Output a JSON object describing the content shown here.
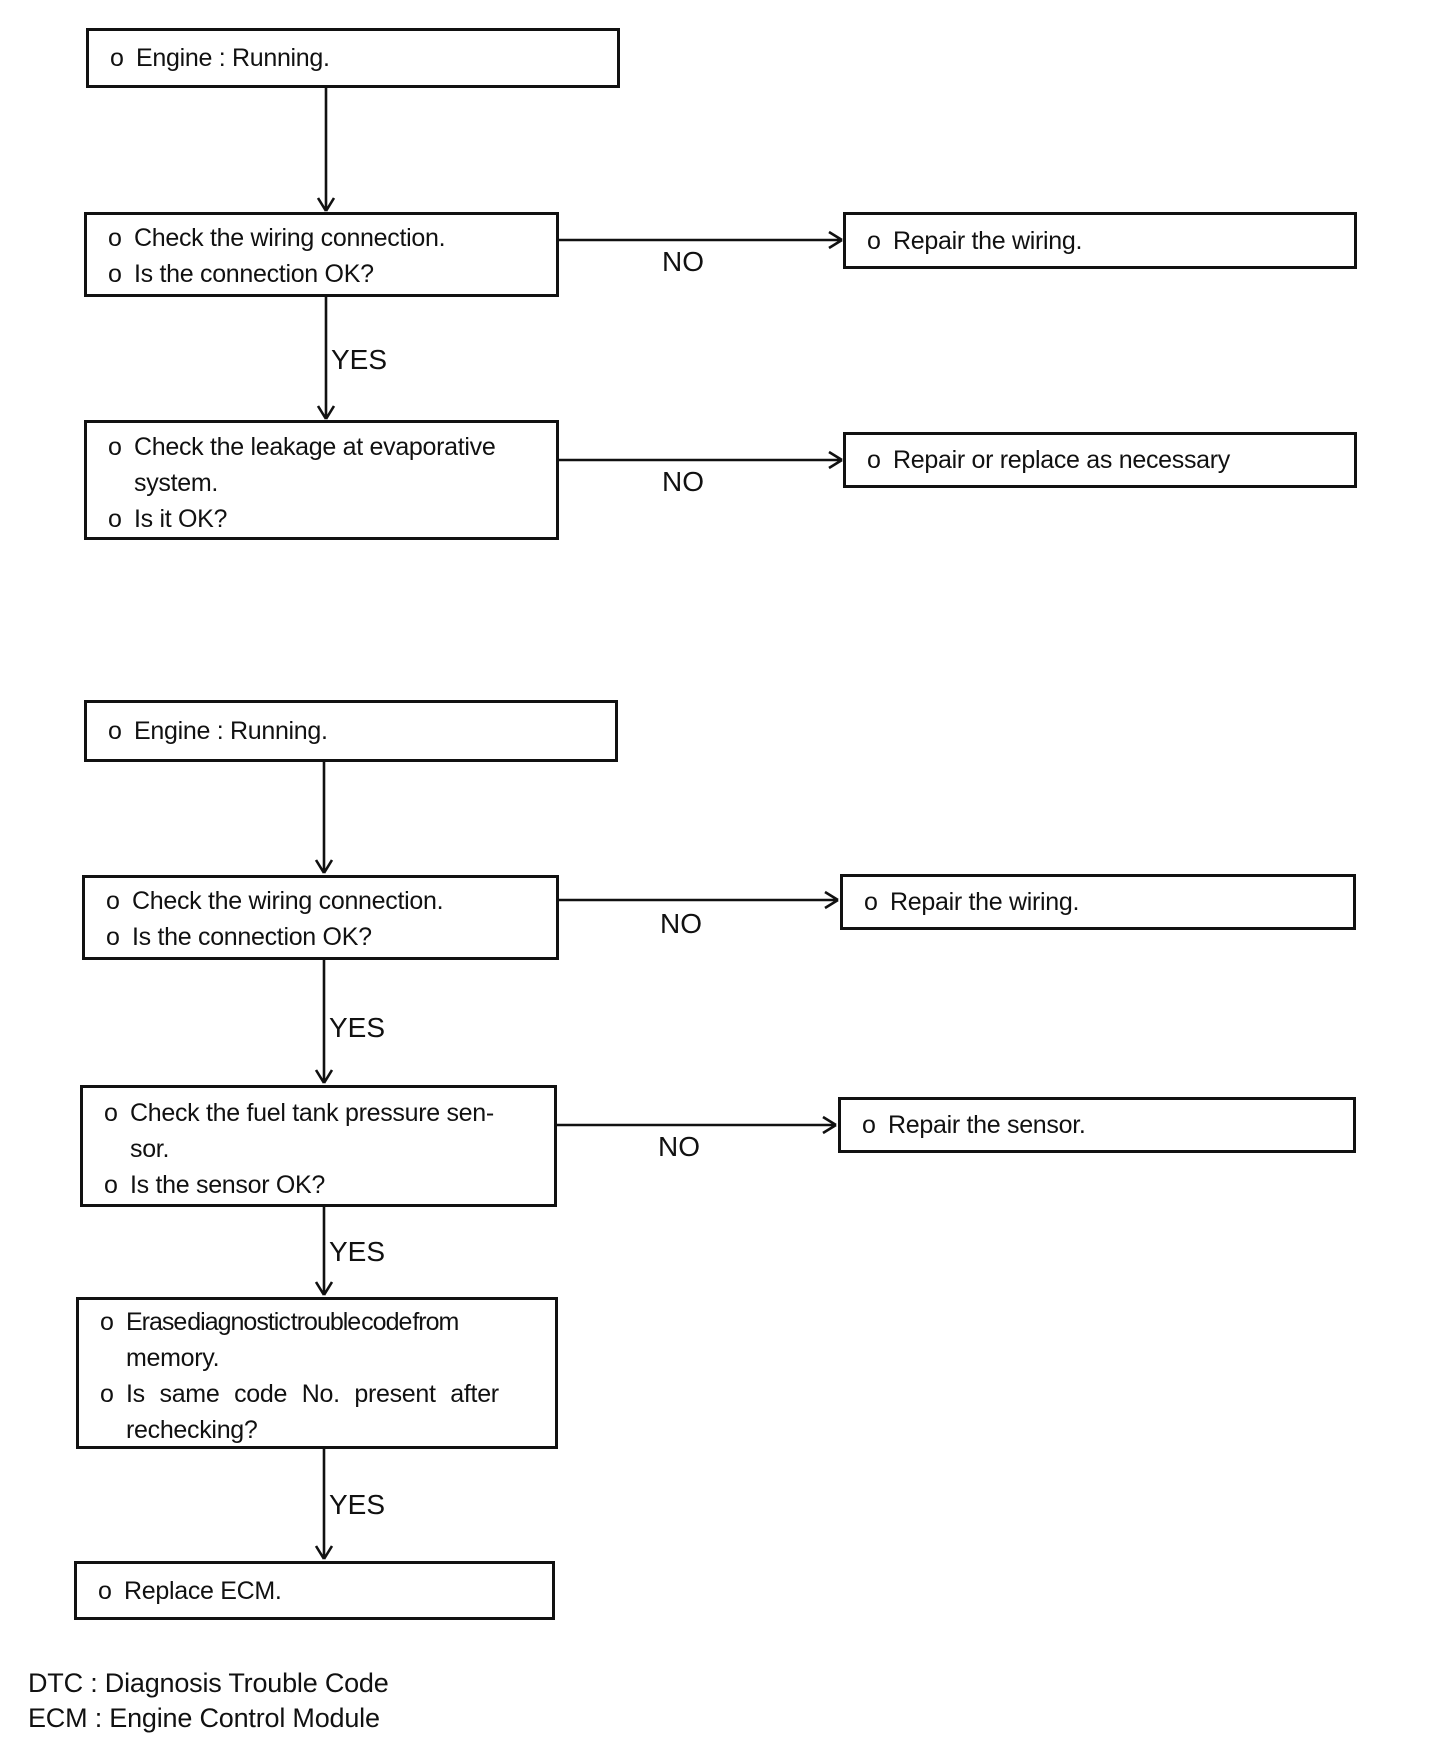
{
  "top": {
    "engine": {
      "lines": [
        {
          "b": "o",
          "t": "Engine : Running."
        }
      ]
    },
    "check_wiring": {
      "lines": [
        {
          "b": "o",
          "t": "Check the wiring connection."
        },
        {
          "b": "o",
          "t": "Is the connection OK?"
        }
      ]
    },
    "repair_wiring": {
      "lines": [
        {
          "b": "o",
          "t": "Repair the wiring."
        }
      ]
    },
    "check_leakage": {
      "lines": [
        {
          "b": "o",
          "t": "Check the leakage at evaporative"
        },
        {
          "b": "",
          "t": "system."
        },
        {
          "b": "o",
          "t": "Is it OK?"
        }
      ]
    },
    "repair_replace": {
      "lines": [
        {
          "b": "o",
          "t": "Repair or replace as necessary"
        }
      ]
    },
    "edges": {
      "no1": "NO",
      "yes1": "YES",
      "no2": "NO"
    }
  },
  "bottom": {
    "engine": {
      "lines": [
        {
          "b": "o",
          "t": "Engine : Running."
        }
      ]
    },
    "check_wiring": {
      "lines": [
        {
          "b": "o",
          "t": "Check the wiring connection."
        },
        {
          "b": "o",
          "t": "Is the connection OK?"
        }
      ]
    },
    "repair_wiring": {
      "lines": [
        {
          "b": "o",
          "t": "Repair the wiring."
        }
      ]
    },
    "check_sensor": {
      "lines": [
        {
          "b": "o",
          "t": "Check the fuel tank pressure sen-"
        },
        {
          "b": "",
          "t": "sor."
        },
        {
          "b": "o",
          "t": "Is the sensor OK?"
        }
      ]
    },
    "repair_sensor": {
      "lines": [
        {
          "b": "o",
          "t": "Repair the sensor."
        }
      ]
    },
    "erase_dtc": {
      "lines": [
        {
          "b": "o",
          "t": "Erase diagnostic trouble code from"
        },
        {
          "b": "",
          "t": "memory."
        },
        {
          "b": "o",
          "t": "Is same code No. present after"
        },
        {
          "b": "",
          "t": "rechecking?"
        }
      ]
    },
    "replace_ecm": {
      "lines": [
        {
          "b": "o",
          "t": "Replace ECM."
        }
      ]
    },
    "edges": {
      "no1": "NO",
      "yes1": "YES",
      "no2": "NO",
      "yes2": "YES",
      "yes3": "YES"
    }
  },
  "footer": {
    "line1": "DTC : Diagnosis Trouble Code",
    "line2": "ECM : Engine Control Module"
  },
  "colors": {
    "ink": "#111111",
    "background": "#ffffff"
  }
}
